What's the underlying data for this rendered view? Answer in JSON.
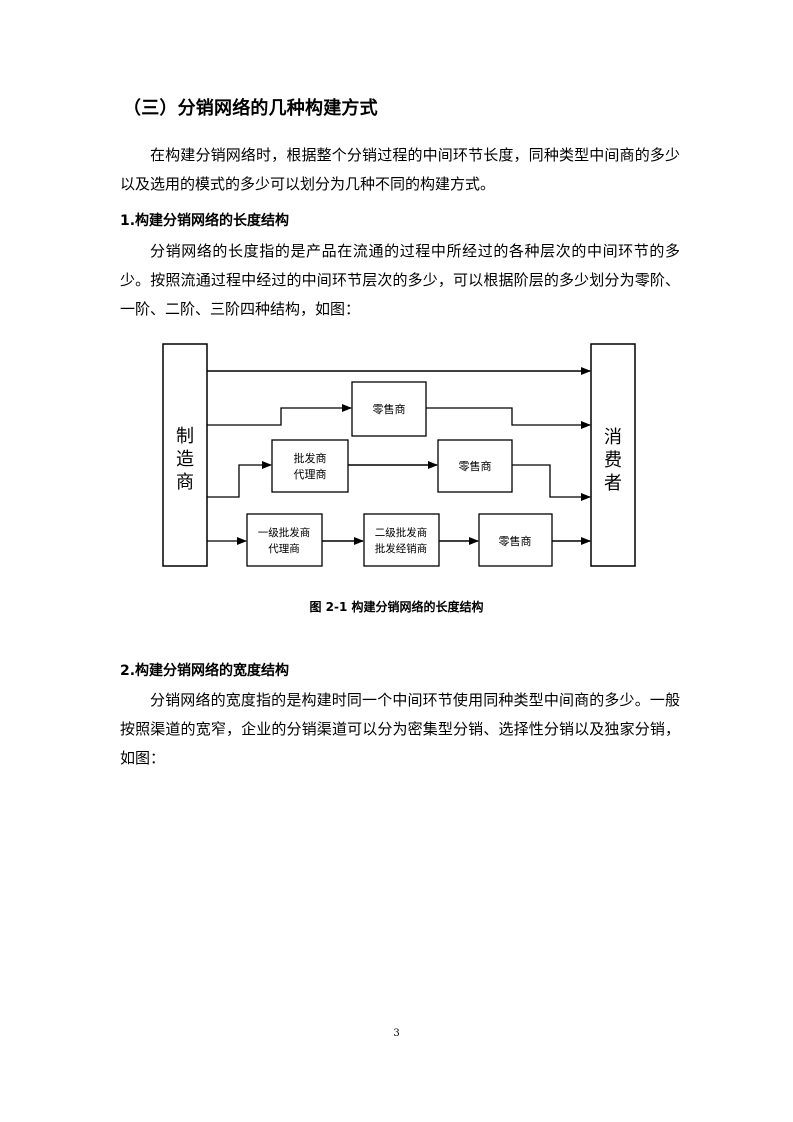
{
  "section": {
    "heading": "（三）分销网络的几种构建方式",
    "intro": "在构建分销网络时，根据整个分销过程的中间环节长度，同种类型中间商的多少以及选用的模式的多少可以划分为几种不同的构建方式。"
  },
  "part1": {
    "title": "1.构建分销网络的长度结构",
    "body": "分销网络的长度指的是产品在流通的过程中所经过的各种层次的中间环节的多少。按照流通过程中经过的中间环节层次的多少，可以根据阶层的多少划分为零阶、一阶、二阶、三阶四种结构，如图："
  },
  "diagram": {
    "manufacturer": [
      "制",
      "造",
      "商"
    ],
    "consumer": [
      "消",
      "费",
      "者"
    ],
    "row1_retailer": "零售商",
    "row2_wholesaler": [
      "批发商",
      "代理商"
    ],
    "row2_retailer": "零售商",
    "row3_wholesaler1": [
      "一级批发商",
      "代理商"
    ],
    "row3_wholesaler2": [
      "二级批发商",
      "批发经销商"
    ],
    "row3_retailer": "零售商",
    "caption": "图 2-1  构建分销网络的长度结构"
  },
  "part2": {
    "title": "2.构建分销网络的宽度结构",
    "body": "分销网络的宽度指的是构建时同一个中间环节使用同种类型中间商的多少。一般按照渠道的宽窄，企业的分销渠道可以分为密集型分销、选择性分销以及独家分销，如图："
  },
  "page_number": "3"
}
